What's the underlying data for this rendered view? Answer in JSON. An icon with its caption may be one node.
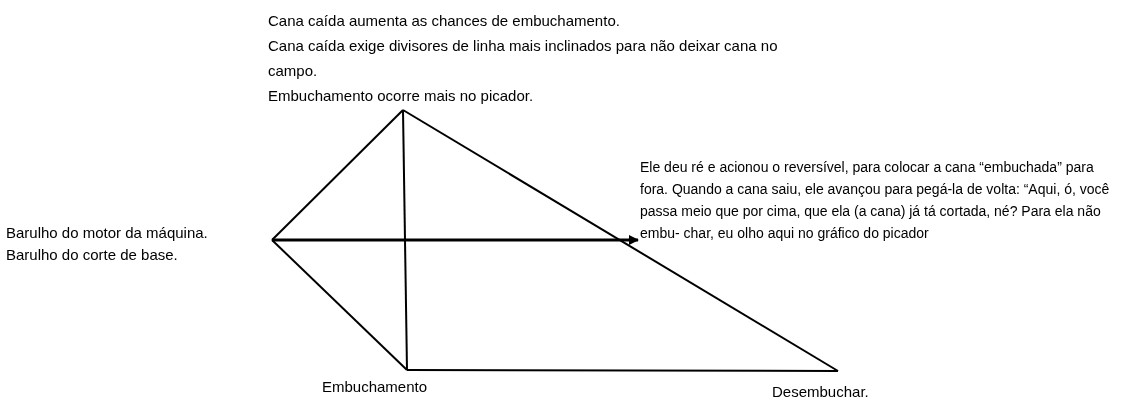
{
  "diagram": {
    "nodes": [
      {
        "text": [
          "Cana caída aumenta as chances de embuchamento.",
          "Cana caída exige divisores de linha mais inclinados para não deixar cana no campo.",
          "Embuchamento ocorre mais no picador."
        ]
      },
      {
        "text": [
          "Barulho do motor da máquina.",
          "Barulho do corte de base."
        ]
      },
      {
        "text": [
          "Ele deu ré e acionou o reversível, para colocar a cana “embuchada” para fora. Quando a cana saiu, ele avançou para pegá-la de volta: “Aqui, ó, você passa meio que por cima, que ela (a cana) já tá cortada, né? Para ela não embu- char, eu olho aqui no gráfico do picador"
        ]
      },
      {
        "text": [
          "Embuchamento"
        ]
      },
      {
        "text": [
          "Desembuchar."
        ]
      }
    ],
    "edges": [
      {
        "from": 0,
        "to": 1,
        "arrow": "none"
      },
      {
        "from": 0,
        "to": 4,
        "arrow": "none"
      },
      {
        "from": 0,
        "to": 3,
        "arrow": "none"
      },
      {
        "from": 1,
        "to": 3,
        "arrow": "none"
      },
      {
        "from": 3,
        "to": 4,
        "arrow": "none"
      },
      {
        "from": 1,
        "to": 2,
        "arrow": "to"
      }
    ]
  }
}
